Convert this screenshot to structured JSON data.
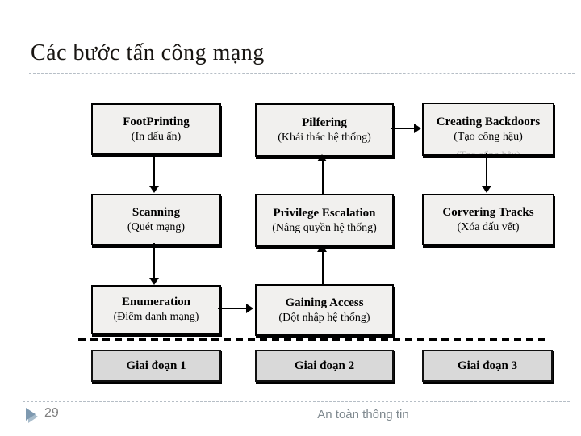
{
  "slide": {
    "title": "Các bước tấn công mạng",
    "footer": {
      "slide_number": "29",
      "footer_text": "An toàn thông tin"
    }
  },
  "diagram": {
    "boxes": [
      {
        "en": "FootPrinting",
        "vi": "(In dấu ấn)"
      },
      {
        "en": "Pilfering",
        "vi": "(Khái thác hệ thống)"
      },
      {
        "en": "Creating Backdoors",
        "vi": "(Tạo cổng hậu)"
      },
      {
        "en": "Scanning",
        "vi": "(Quét mạng)"
      },
      {
        "en": "Privilege Escalation",
        "vi": "(Nâng quyền hệ thống)"
      },
      {
        "en": "Corvering Tracks",
        "vi": "(Xóa dấu vết)"
      },
      {
        "en": "Enumeration",
        "vi": "(Điểm danh mạng)"
      },
      {
        "en": "Gaining Access",
        "vi": "(Đột nhập hệ thống)"
      }
    ],
    "phases": [
      {
        "label": "Giai đoạn 1"
      },
      {
        "label": "Giai đoạn 2"
      },
      {
        "label": "Giai đoạn 3"
      }
    ],
    "flow_order": "FootPrinting → Scanning → Enumeration → Gaining Access → Privilege Escalation → Pilfering → Creating Backdoors → Corvering Tracks"
  },
  "colors": {
    "node_fill": "#f1f0ee",
    "phase_fill": "#d9d9d9",
    "line_color": "#000000",
    "separator_color": "#b6bec6",
    "footer_text_color": "#7f898f",
    "bullet_dark": "#7e99b0",
    "bullet_light": "#a9bdcc"
  }
}
